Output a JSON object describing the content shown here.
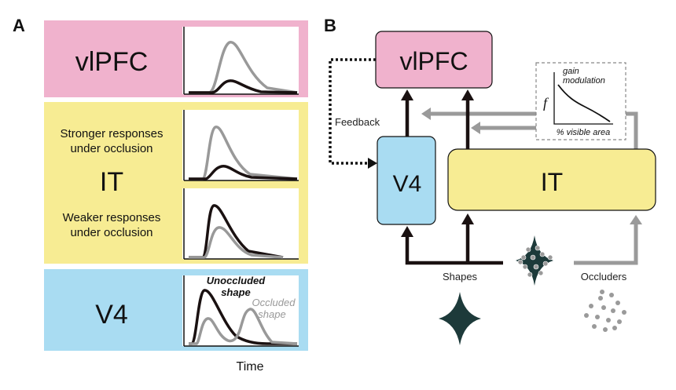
{
  "panel_a": {
    "letter": "A",
    "vlpfc_label": "vlPFC",
    "it_label": "IT",
    "it_stronger_line1": "Stronger responses",
    "it_stronger_line2": "under occlusion",
    "it_weaker_line1": "Weaker responses",
    "it_weaker_line2": "under occlusion",
    "v4_label": "V4",
    "unoccluded_line1": "Unoccluded",
    "unoccluded_line2": "shape",
    "occluded_line1": "Occluded",
    "occluded_line2": "shape",
    "time_label": "Time"
  },
  "panel_b": {
    "letter": "B",
    "vlpfc_label": "vlPFC",
    "v4_label": "V4",
    "it_label": "IT",
    "feedback_label": "Feedback",
    "shapes_label": "Shapes",
    "occluders_label": "Occluders",
    "gain_line1": "gain",
    "gain_line2": "modulation",
    "f_label": "f",
    "visible_area_label": "% visible area"
  },
  "colors": {
    "vlpfc": "#f0b2cd",
    "it": "#f7ec93",
    "v4": "#a9dcf2",
    "black_trace": "#1a1111",
    "gray_trace": "#999999",
    "shape_fill": "#1d3a3a"
  }
}
